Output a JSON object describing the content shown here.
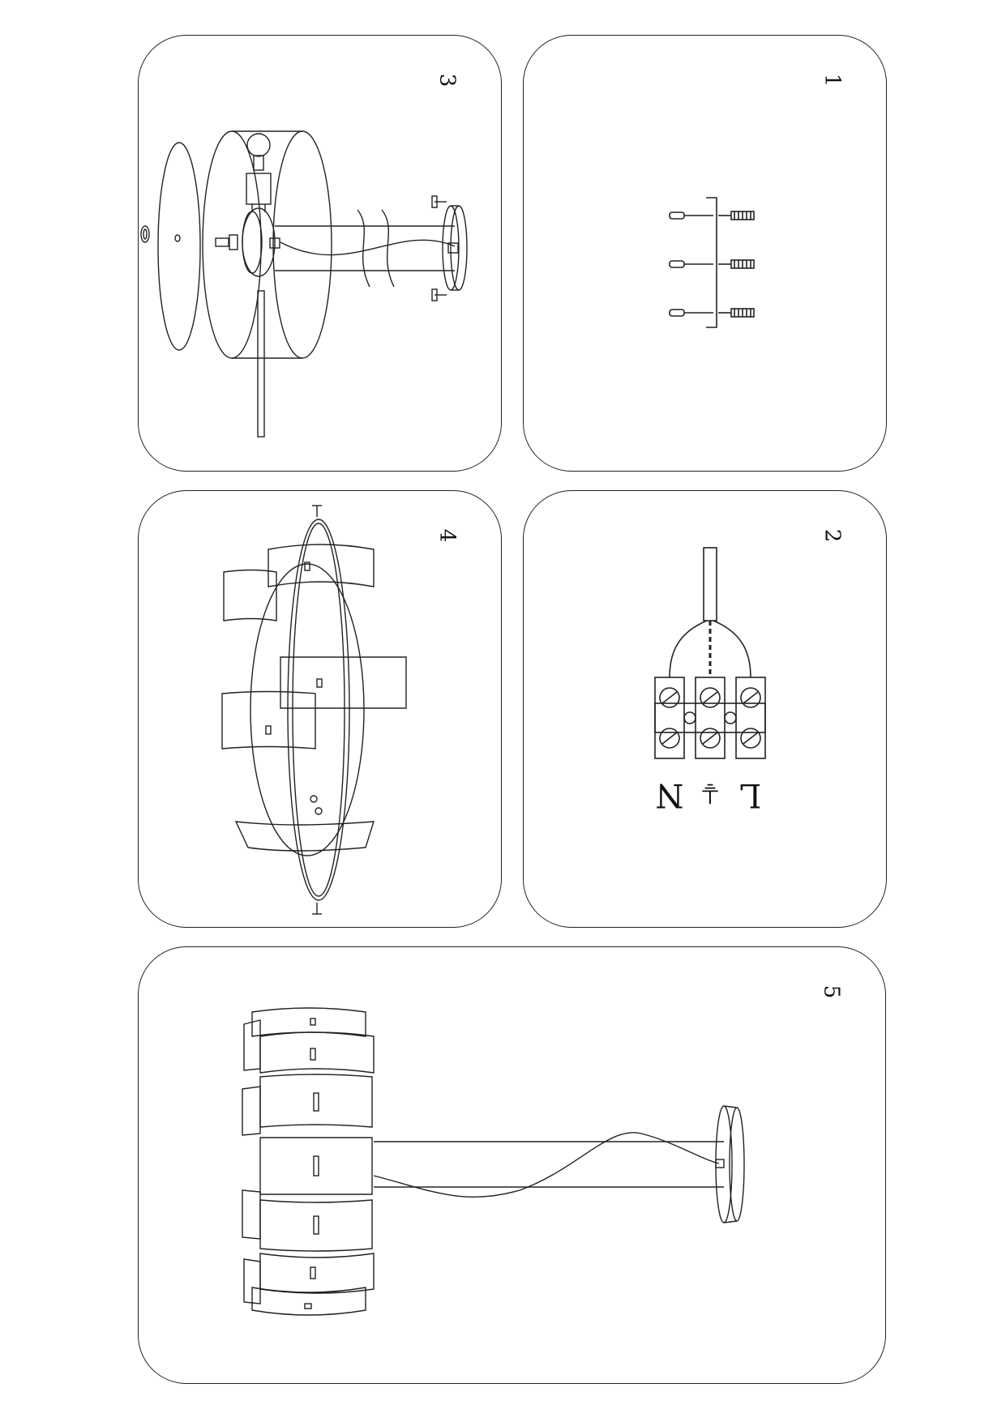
{
  "steps": [
    {
      "number": "1"
    },
    {
      "number": "2"
    },
    {
      "number": "3"
    },
    {
      "number": "4"
    },
    {
      "number": "5"
    }
  ],
  "terminal_labels": {
    "left": "N",
    "middle": "⏚",
    "right": "L"
  }
}
